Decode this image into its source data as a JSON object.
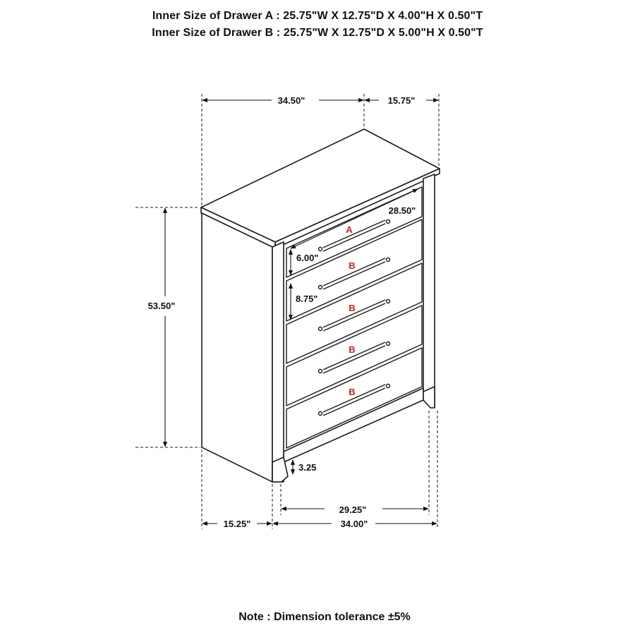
{
  "header": {
    "line_a": "Inner Size of Drawer A : 25.75\"W X 12.75\"D X 4.00\"H X 0.50\"T",
    "line_b": "Inner Size of Drawer B : 25.75\"W X 12.75\"D X 5.00\"H X 0.50\"T"
  },
  "dimensions": {
    "top_width": "34.50\"",
    "top_depth": "15.75\"",
    "height": "53.50\"",
    "drawer_front_width": "28.50\"",
    "drawer_a_height": "6.00\"",
    "drawer_b_height": "8.75\"",
    "leg_height": "3.25",
    "bottom_depth": "15.25\"",
    "inner_width": "29.25\"",
    "bottom_width": "34.00\""
  },
  "drawers": [
    {
      "label": "A"
    },
    {
      "label": "B"
    },
    {
      "label": "B"
    },
    {
      "label": "B"
    },
    {
      "label": "B"
    }
  ],
  "colors": {
    "line": "#1a1a1a",
    "drawer_label": "#d42020"
  },
  "note": "Note : Dimension tolerance ±5%"
}
